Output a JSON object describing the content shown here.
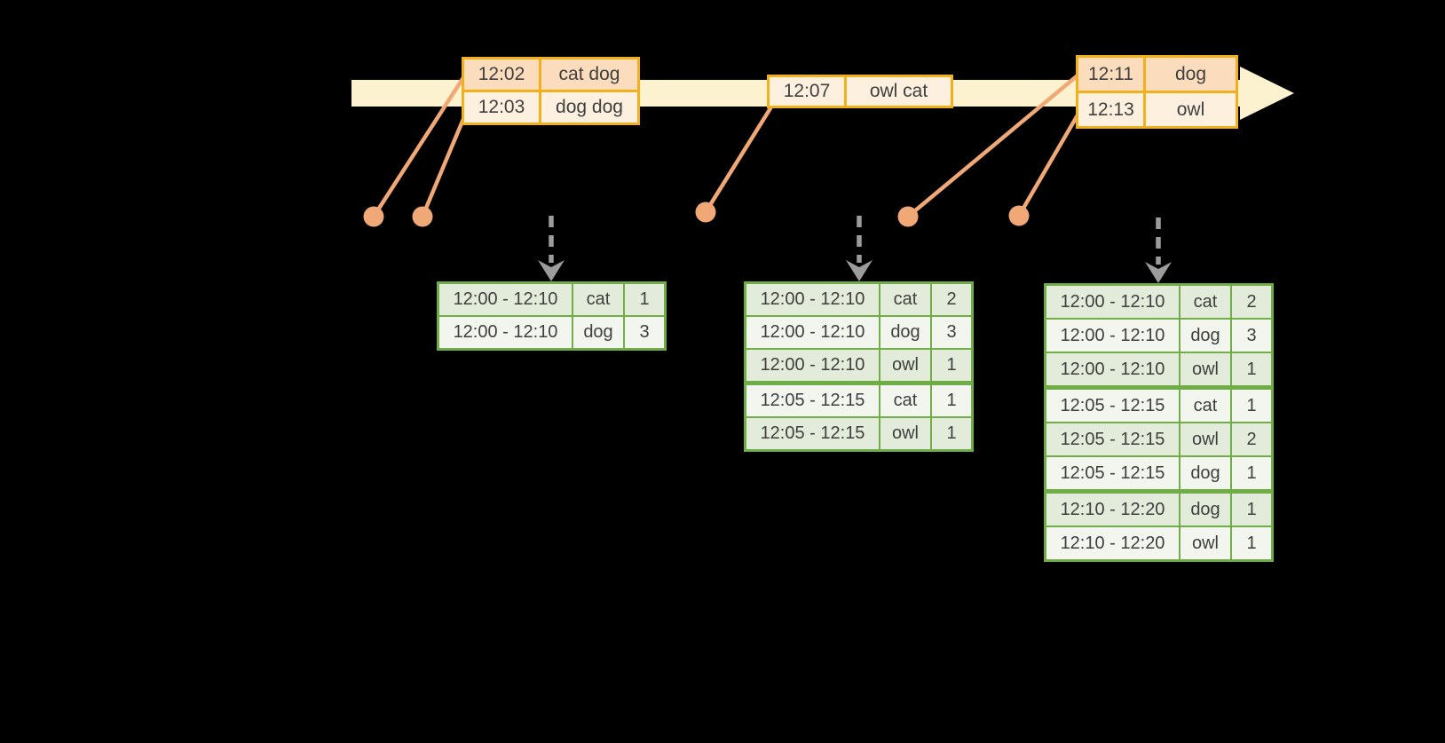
{
  "colors": {
    "background": "#000000",
    "timeline_fill": "#fcf2cf",
    "event_table_border": "#f2b01c",
    "event_row_dark": "#fbdcbd",
    "event_row_light": "#fdf0de",
    "marker_orange": "#f1a877",
    "trigger_arrow_gray": "#9c9c9c",
    "result_table_border": "#70ad47",
    "result_row_dark": "#e3ecda",
    "result_row_light": "#f2f6ee",
    "text": "#3f3f3f"
  },
  "event_tables": [
    {
      "id": "events-1",
      "rows": [
        {
          "time": "12:02",
          "words": "cat dog",
          "shade": "dark"
        },
        {
          "time": "12:03",
          "words": "dog dog",
          "shade": "light"
        }
      ]
    },
    {
      "id": "events-2",
      "rows": [
        {
          "time": "12:07",
          "words": "owl cat",
          "shade": "light"
        }
      ]
    },
    {
      "id": "events-3",
      "rows": [
        {
          "time": "12:11",
          "words": "dog",
          "shade": "dark"
        },
        {
          "time": "12:13",
          "words": "owl",
          "shade": "light"
        }
      ]
    }
  ],
  "result_tables": [
    {
      "id": "result-1",
      "rows": [
        {
          "window": "12:00 - 12:10",
          "word": "cat",
          "count": "1"
        },
        {
          "window": "12:00 - 12:10",
          "word": "dog",
          "count": "3"
        }
      ]
    },
    {
      "id": "result-2",
      "rows": [
        {
          "window": "12:00 - 12:10",
          "word": "cat",
          "count": "2"
        },
        {
          "window": "12:00 - 12:10",
          "word": "dog",
          "count": "3"
        },
        {
          "window": "12:00 - 12:10",
          "word": "owl",
          "count": "1"
        },
        {
          "window": "12:05 - 12:15",
          "word": "cat",
          "count": "1"
        },
        {
          "window": "12:05 - 12:15",
          "word": "owl",
          "count": "1"
        }
      ]
    },
    {
      "id": "result-3",
      "rows": [
        {
          "window": "12:00 - 12:10",
          "word": "cat",
          "count": "2"
        },
        {
          "window": "12:00 - 12:10",
          "word": "dog",
          "count": "3"
        },
        {
          "window": "12:00 - 12:10",
          "word": "owl",
          "count": "1"
        },
        {
          "window": "12:05 - 12:15",
          "word": "cat",
          "count": "1"
        },
        {
          "window": "12:05 - 12:15",
          "word": "owl",
          "count": "2"
        },
        {
          "window": "12:05 - 12:15",
          "word": "dog",
          "count": "1"
        },
        {
          "window": "12:10 - 12:20",
          "word": "dog",
          "count": "1"
        },
        {
          "window": "12:10 - 12:20",
          "word": "owl",
          "count": "1"
        }
      ]
    }
  ]
}
